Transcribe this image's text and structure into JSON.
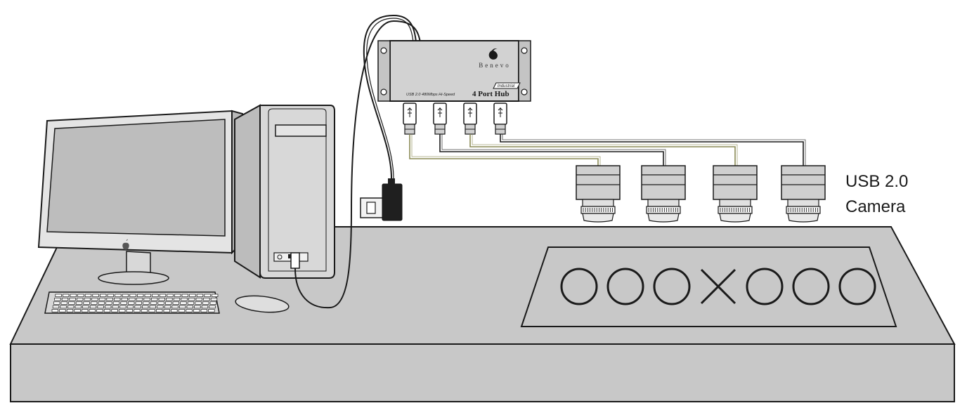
{
  "hub": {
    "brand": "Benevo",
    "badge": "Industrial",
    "spec_label": "USB 2.0 480Mbps Hi-Speed",
    "model_label": "4 Port Hub",
    "port_count": 4
  },
  "camera_label": {
    "line1": "USB 2.0",
    "line2": "Camera"
  },
  "camera_count": 4,
  "inspection_pattern": "OOOXOOO",
  "colors": {
    "outline": "#1a1a1a",
    "table_gray": "#c8c8c8",
    "device_gray": "#cfcfcf",
    "screen_gray": "#bdbdbd",
    "cable_olive": "#8a8a55"
  }
}
